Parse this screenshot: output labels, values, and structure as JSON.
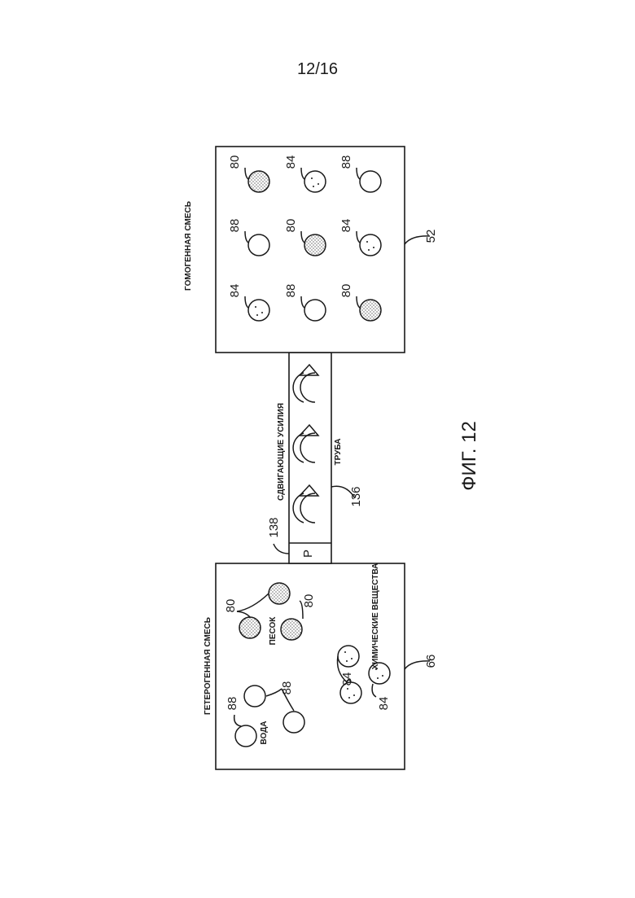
{
  "page_number": "12/16",
  "figure_caption": "ФИГ. 12",
  "refs": {
    "heterogeneous_box": "66",
    "homogeneous_box": "52",
    "pipe": "136",
    "pump": "138",
    "sand": "80",
    "chemicals": "84",
    "water": "88"
  },
  "labels": {
    "heterogeneous": "ГЕТЕРОГЕННАЯ СМЕСЬ",
    "homogeneous": "ГОМОГЕННАЯ СМЕСЬ",
    "water": "ВОДА",
    "sand": "ПЕСОК",
    "chemicals": "ХИМИЧЕСКИЕ ВЕЩЕСТВА",
    "shear": "СДВИГАЮЩИЕ УСИЛИЯ",
    "pipe": "ТРУБА",
    "pump": "P"
  },
  "particle_types": {
    "80": "stippled-dense",
    "84": "dotted-sparse",
    "88": "plain"
  }
}
